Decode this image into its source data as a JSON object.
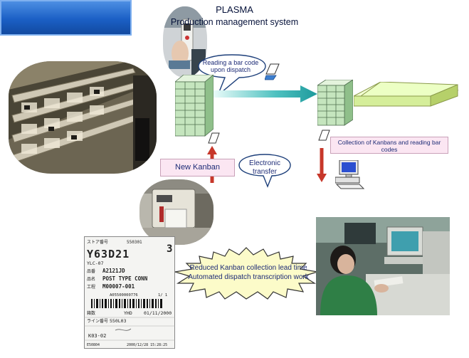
{
  "callouts": {
    "reading": "Reading a bar code upon dispatch",
    "electronic": "Electronic transfer"
  },
  "boxes": {
    "new_kanban": "New Kanban",
    "collection": "Collection of Kanbans and reading bar codes"
  },
  "plasma": {
    "title": "PLASMA",
    "subtitle": "Production management system"
  },
  "burst": {
    "line1": "Reduced Kanban collection lead time",
    "line2": "Automated dispatch transcription work"
  },
  "kanban_card": {
    "header_left": "ストア番号",
    "header_code": "550301",
    "part_code": "Y63D21",
    "line_code": "YLC-07",
    "part_number_label": "品番",
    "part_number": "A2121JD",
    "part_name_label": "品名",
    "part_name": "POST TYPE CONN",
    "process_label": "工程",
    "process_no": "M00007-001",
    "small_id": "A05500000776",
    "page": "1/ 1",
    "qty_label": "箱数",
    "supplier": "YHD",
    "date": "01/11/2000",
    "line_label": "ライン番号",
    "line_no": "550L03",
    "bottom_code": "K03-02",
    "footer_left": "E50804",
    "footer_right": "2000/12/28 15:28:25",
    "badge": "3"
  },
  "colors": {
    "box_fill": "#fbe6f2",
    "plasma_blue": "#1b5fc5",
    "arrow_red": "#c7372a",
    "arrow_teal": "#2aa7a7",
    "building_green": "#d6ef9a",
    "server_green": "#b9ddb0"
  }
}
